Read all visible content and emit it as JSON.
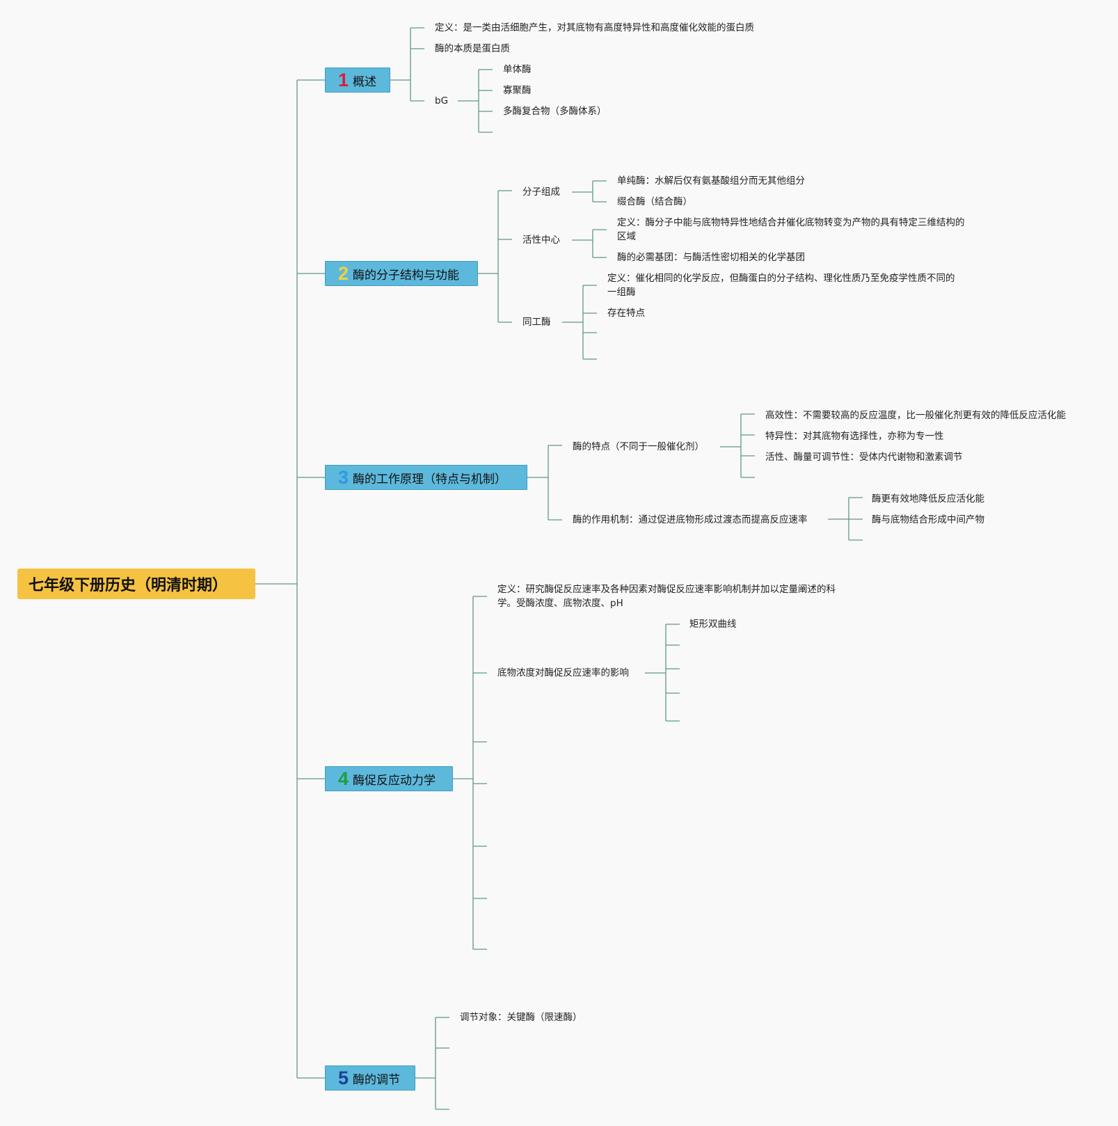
{
  "root": {
    "label": "七年级下册历史（明清时期）",
    "color": "#f5c242"
  },
  "branch_color": "#5db9dc",
  "line_color": "#5f968c",
  "branch_number_colors": [
    "#d6213b",
    "#f2d23a",
    "#2f9ae0",
    "#1f9f3a",
    "#1d3f9a"
  ],
  "branches": [
    {
      "num": "1",
      "label": "概述",
      "children": [
        "定义：是一类由活细胞产生，对其底物有高度特异性和高度催化效能的蛋白质",
        "酶的本质是蛋白质",
        {
          "label": "bG",
          "children": [
            "单体酶",
            "寡聚酶",
            "多酶复合物（多酶体系）"
          ]
        }
      ]
    },
    {
      "num": "2",
      "label": "酶的分子结构与功能",
      "groups": [
        {
          "label": "分子组成",
          "children": [
            "单纯酶：水解后仅有氨基酸组分而无其他组分",
            "缀合酶（结合酶）"
          ]
        },
        {
          "label": "活性中心",
          "children": [
            "定义：酶分子中能与底物特异性地结合并催化底物转变为产物的具有特定三维结构的区域",
            "酶的必需基团：与酶活性密切相关的化学基团"
          ]
        },
        {
          "label": "同工酶",
          "children": [
            "定义：催化相同的化学反应，但酶蛋白的分子结构、理化性质乃至免疫学性质不同的一组酶",
            "存在特点"
          ]
        }
      ]
    },
    {
      "num": "3",
      "label": "酶的工作原理（特点与机制）",
      "groups": [
        {
          "label": "酶的特点（不同于一般催化剂）",
          "children": [
            "高效性：不需要较高的反应温度，比一般催化剂更有效的降低反应活化能",
            "特异性：对其底物有选择性，亦称为专一性",
            "活性、酶量可调节性：受体内代谢物和激素调节"
          ]
        },
        {
          "label": "酶的作用机制：通过促进底物形成过渡态而提高反应速率",
          "children": [
            "酶更有效地降低反应活化能",
            "酶与底物结合形成中间产物"
          ]
        }
      ]
    },
    {
      "num": "4",
      "label": "酶促反应动力学",
      "children": [
        "定义：研究酶促反应速率及各种因素对酶促反应速率影响机制并加以定量阐述的科学。受酶浓度、底物浓度、pH",
        {
          "label": "底物浓度对酶促反应速率的影响",
          "children": [
            "矩形双曲线"
          ]
        }
      ]
    },
    {
      "num": "5",
      "label": "酶的调节",
      "children": [
        "调节对象：关键酶（限速酶）"
      ]
    }
  ]
}
